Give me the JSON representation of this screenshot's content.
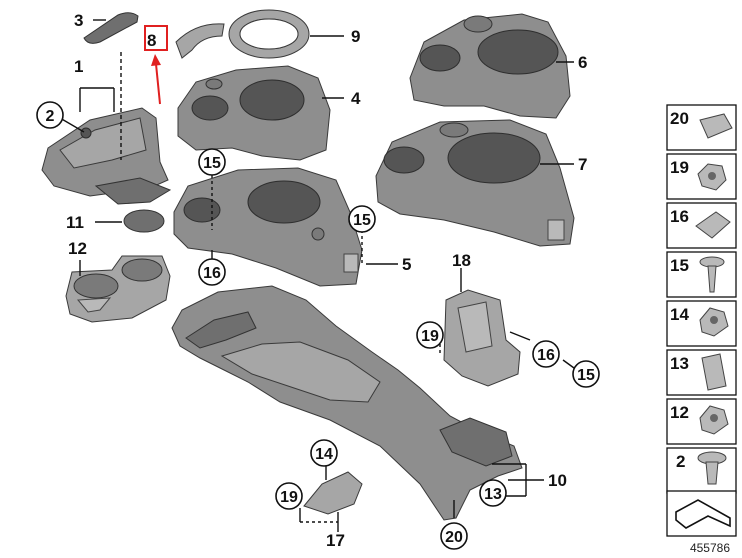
{
  "labels": {
    "l1": "1",
    "l2": "2",
    "l3": "3",
    "l4": "4",
    "l5": "5",
    "l6": "6",
    "l7": "7",
    "l8": "8",
    "l9": "9",
    "l10": "10",
    "l11": "11",
    "l12": "12",
    "l13": "13",
    "l14": "14",
    "l15a": "15",
    "l15b": "15",
    "l15c": "15",
    "l16a": "16",
    "l16b": "16",
    "l17": "17",
    "l18": "18",
    "l19a": "19",
    "l19b": "19",
    "l20": "20"
  },
  "legend": [
    "20",
    "19",
    "16",
    "15",
    "14",
    "13",
    "12",
    "2"
  ],
  "reference_number": "455786",
  "colors": {
    "highlight": "#e02020",
    "part_fill": "#8e8e8e",
    "outline": "#111111"
  }
}
